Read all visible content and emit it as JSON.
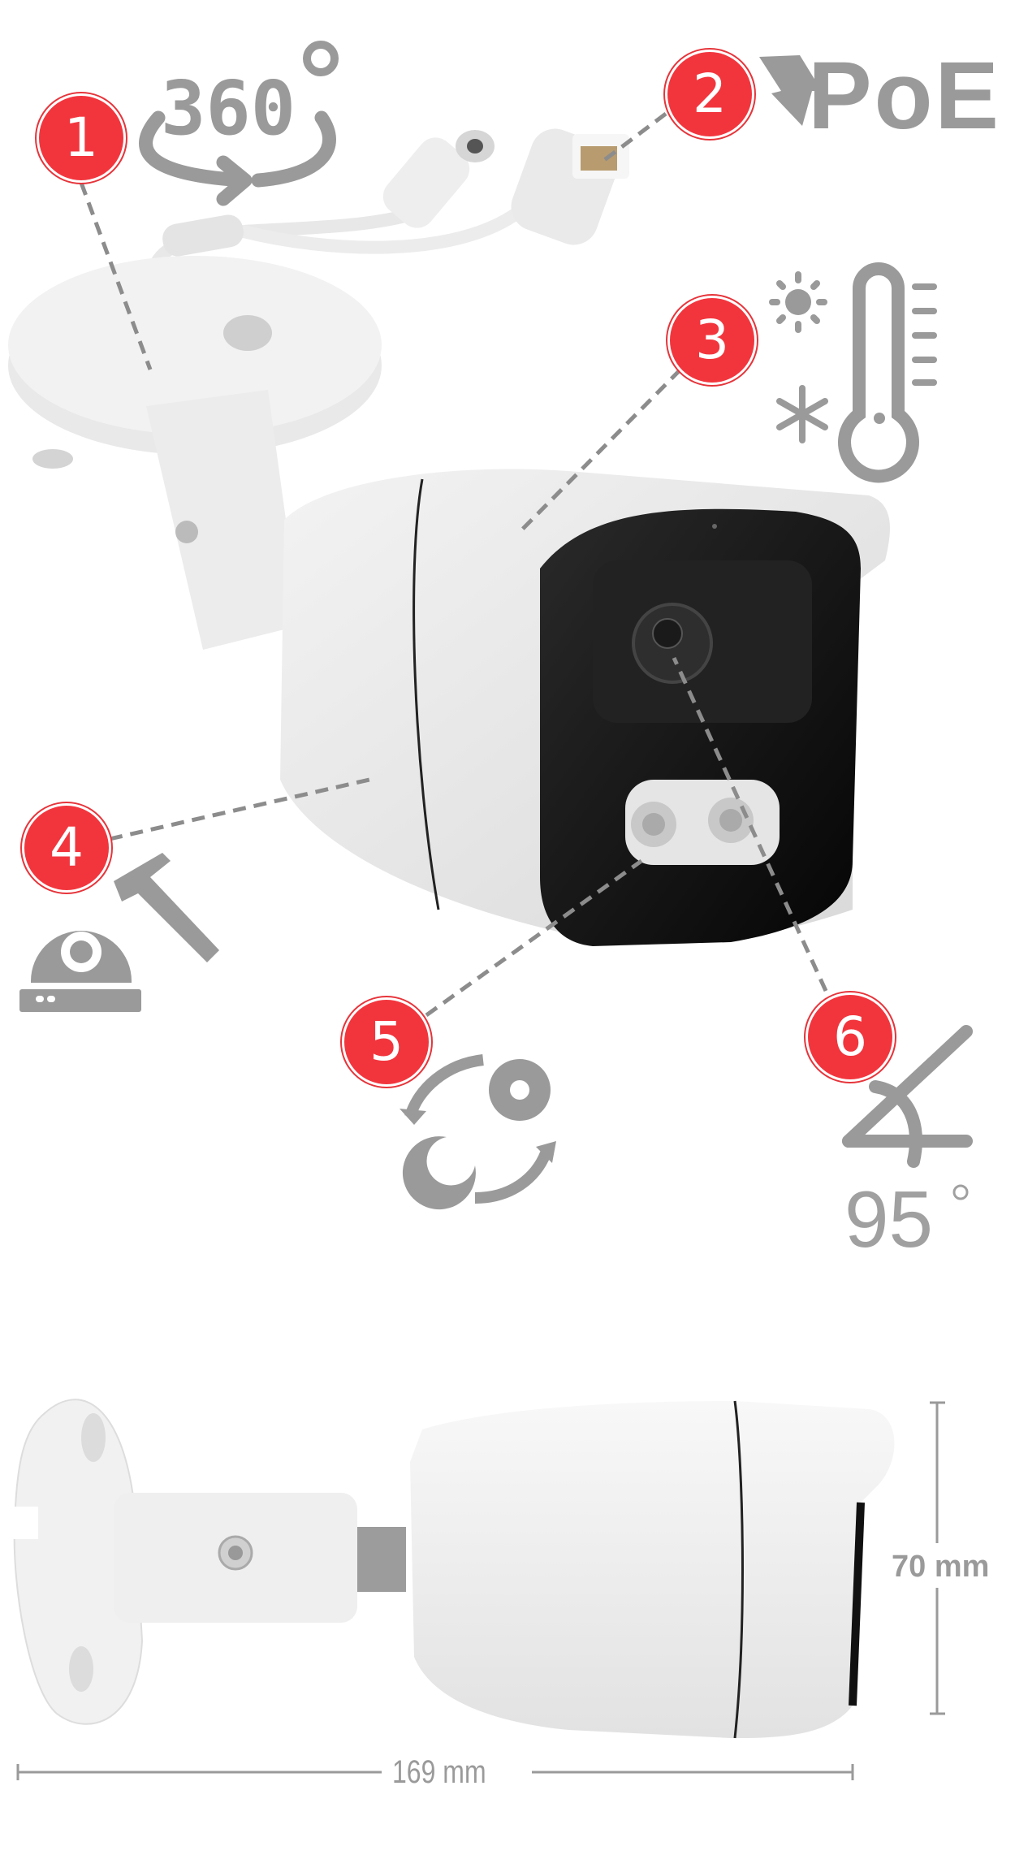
{
  "features": [
    {
      "number": "1",
      "label": "360°",
      "icon": "rotate-360-icon"
    },
    {
      "number": "2",
      "label": "PoE",
      "icon": "poe-lightning-icon"
    },
    {
      "number": "3",
      "label": "temperature-range",
      "icon": "thermometer-sun-snow-icon"
    },
    {
      "number": "4",
      "label": "easy-mounting",
      "icon": "hammer-dome-camera-icon"
    },
    {
      "number": "5",
      "label": "day-night",
      "icon": "day-night-switch-icon"
    },
    {
      "number": "6",
      "label": "95°",
      "icon": "viewing-angle-icon"
    }
  ],
  "icons": {
    "rotate_text": "360",
    "poe_text": "PoE",
    "angle_value": "95",
    "degree": "°"
  },
  "dimensions": {
    "height": "70 mm",
    "length": "169 mm"
  },
  "colors": {
    "badge_red": "#f2353d",
    "icon_gray": "#9a9a9a",
    "camera_white": "#eeeeee",
    "camera_front": "#111111"
  }
}
